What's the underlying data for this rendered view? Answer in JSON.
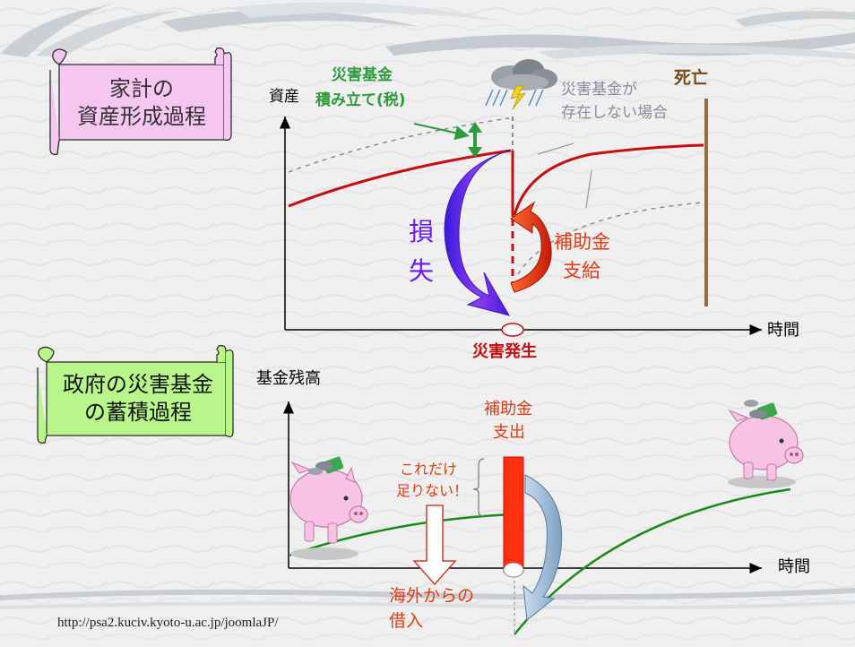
{
  "household": {
    "box_title_line1": "家計の",
    "box_title_line2": "資産形成過程",
    "y_axis_label": "資産",
    "x_axis_label": "時間",
    "fund_label_line1": "災害基金",
    "fund_label_line2": "積み立て(税)",
    "no_fund_line1": "災害基金が",
    "no_fund_line2": "存在しない場合",
    "death_label": "死亡",
    "loss_char1": "損",
    "loss_char2": "失",
    "subsidy_line1": "補助金",
    "subsidy_line2": "支給",
    "disaster_label": "災害発生"
  },
  "government": {
    "box_title_line1": "政府の災害基金",
    "box_title_line2": "の蓄積過程",
    "y_axis_label": "基金残高",
    "x_axis_label": "時間",
    "payout_line1": "補助金",
    "payout_line2": "支出",
    "shortfall_line1": "これだけ",
    "shortfall_line2": "足りない！",
    "borrow_line1": "海外からの",
    "borrow_line2": "借入"
  },
  "source_url": "http://psa2.kuciv.kyoto-u.ac.jp/joomlaJP/",
  "colors": {
    "accent_green": "#2e9a3c",
    "asset_curve_red": "#c41010",
    "loss_purple": "#6a1cf0",
    "subsidy_orange": "#e23a10",
    "death_brown": "#9a6a3a",
    "no_fund_gray": "#8a8aa0",
    "scroll_pink": "#f5c6f0",
    "scroll_green": "#b8f58a",
    "payout_bar_red": "#ff3010"
  },
  "icons": [
    "storm-cloud-icon",
    "piggy-bank-icon",
    "money-bag-icon",
    "down-arrow-icon"
  ]
}
